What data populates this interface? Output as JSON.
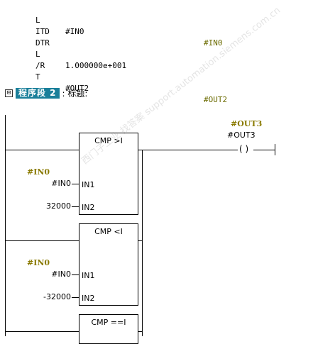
{
  "stl": [
    {
      "op": "L",
      "arg": "#IN0",
      "sym": "#IN0"
    },
    {
      "op": "ITD",
      "arg": "",
      "sym": ""
    },
    {
      "op": "DTR",
      "arg": "",
      "sym": ""
    },
    {
      "op": "L",
      "arg": "1.000000e+001",
      "sym": ""
    },
    {
      "op": "/R",
      "arg": "",
      "sym": ""
    },
    {
      "op": "T",
      "arg": "#OUT2",
      "sym": "#OUT2"
    }
  ],
  "network": {
    "collapse_glyph": "⊟",
    "label": "程序段 2",
    "title_suffix": ": 标题:"
  },
  "ladder": {
    "out_symbol": "#OUT3",
    "out_operand": "#OUT3",
    "coil_glyph": "( )",
    "blocks": [
      {
        "title": "CMP >I",
        "sym": "#IN0",
        "in1_operand": "#IN0",
        "in1_pin": "IN1",
        "in2_operand": "32000",
        "in2_pin": "IN2"
      },
      {
        "title": "CMP <I",
        "sym": "#IN0",
        "in1_operand": "#IN0",
        "in1_pin": "IN1",
        "in2_operand": "-32000",
        "in2_pin": "IN2"
      },
      {
        "title": "CMP ==I"
      }
    ]
  },
  "watermark": "西门子工业 找答案 support.automation.siemens.com.cn"
}
